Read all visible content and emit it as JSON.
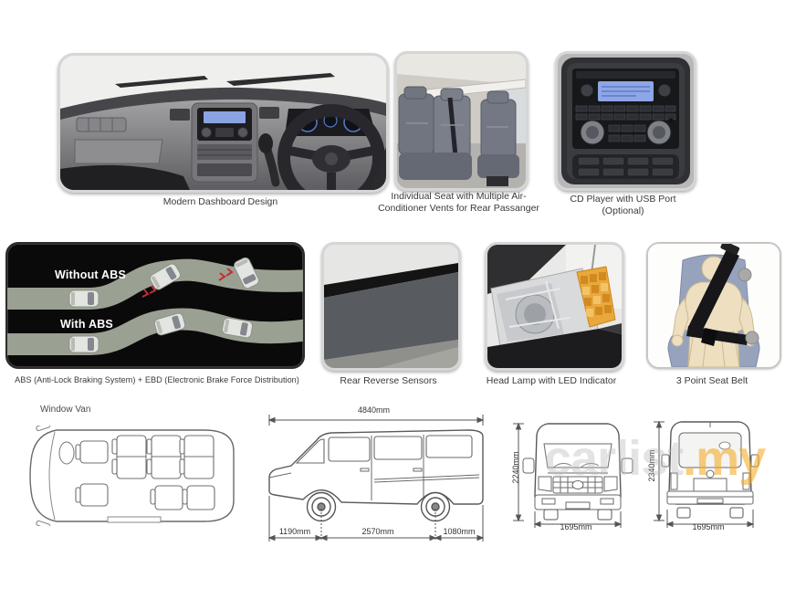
{
  "colors": {
    "watermark_gray": "#b9b9b9",
    "watermark_yellow": "#f4aa22",
    "abs_road_green": "#9aa092",
    "led_amber": "#e9a83c",
    "lcd_blue": "#8ba3e2",
    "caption_text": "#3a3a3a"
  },
  "features": {
    "dashboard": {
      "caption": "Modern Dashboard Design"
    },
    "seats": {
      "caption_line1": "Individual Seat with Multiple Air-",
      "caption_line2": "Conditioner Vents for Rear Passanger"
    },
    "cd_player": {
      "caption_line1": "CD Player with USB Port",
      "caption_line2": "(Optional)"
    },
    "abs": {
      "caption": "ABS (Anti-Lock Braking System) + EBD (Electronic Brake Force Distribution)",
      "label_without": "Without ABS",
      "label_with": "With ABS"
    },
    "reverse_sensors": {
      "caption": "Rear Reverse Sensors"
    },
    "headlamp": {
      "caption": "Head Lamp with LED Indicator"
    },
    "seatbelt": {
      "caption": "3 Point Seat Belt"
    }
  },
  "dimensions": {
    "variant_label": "Window Van",
    "side_view": {
      "total_length": "4840mm",
      "front_overhang": "1190mm",
      "wheelbase": "2570mm",
      "rear_overhang": "1080mm"
    },
    "front_view": {
      "height": "2240mm",
      "width": "1695mm"
    },
    "rear_view": {
      "height": "2340mm",
      "width": "1695mm"
    }
  },
  "watermark": {
    "name": "carlist",
    "tld": ".my"
  }
}
